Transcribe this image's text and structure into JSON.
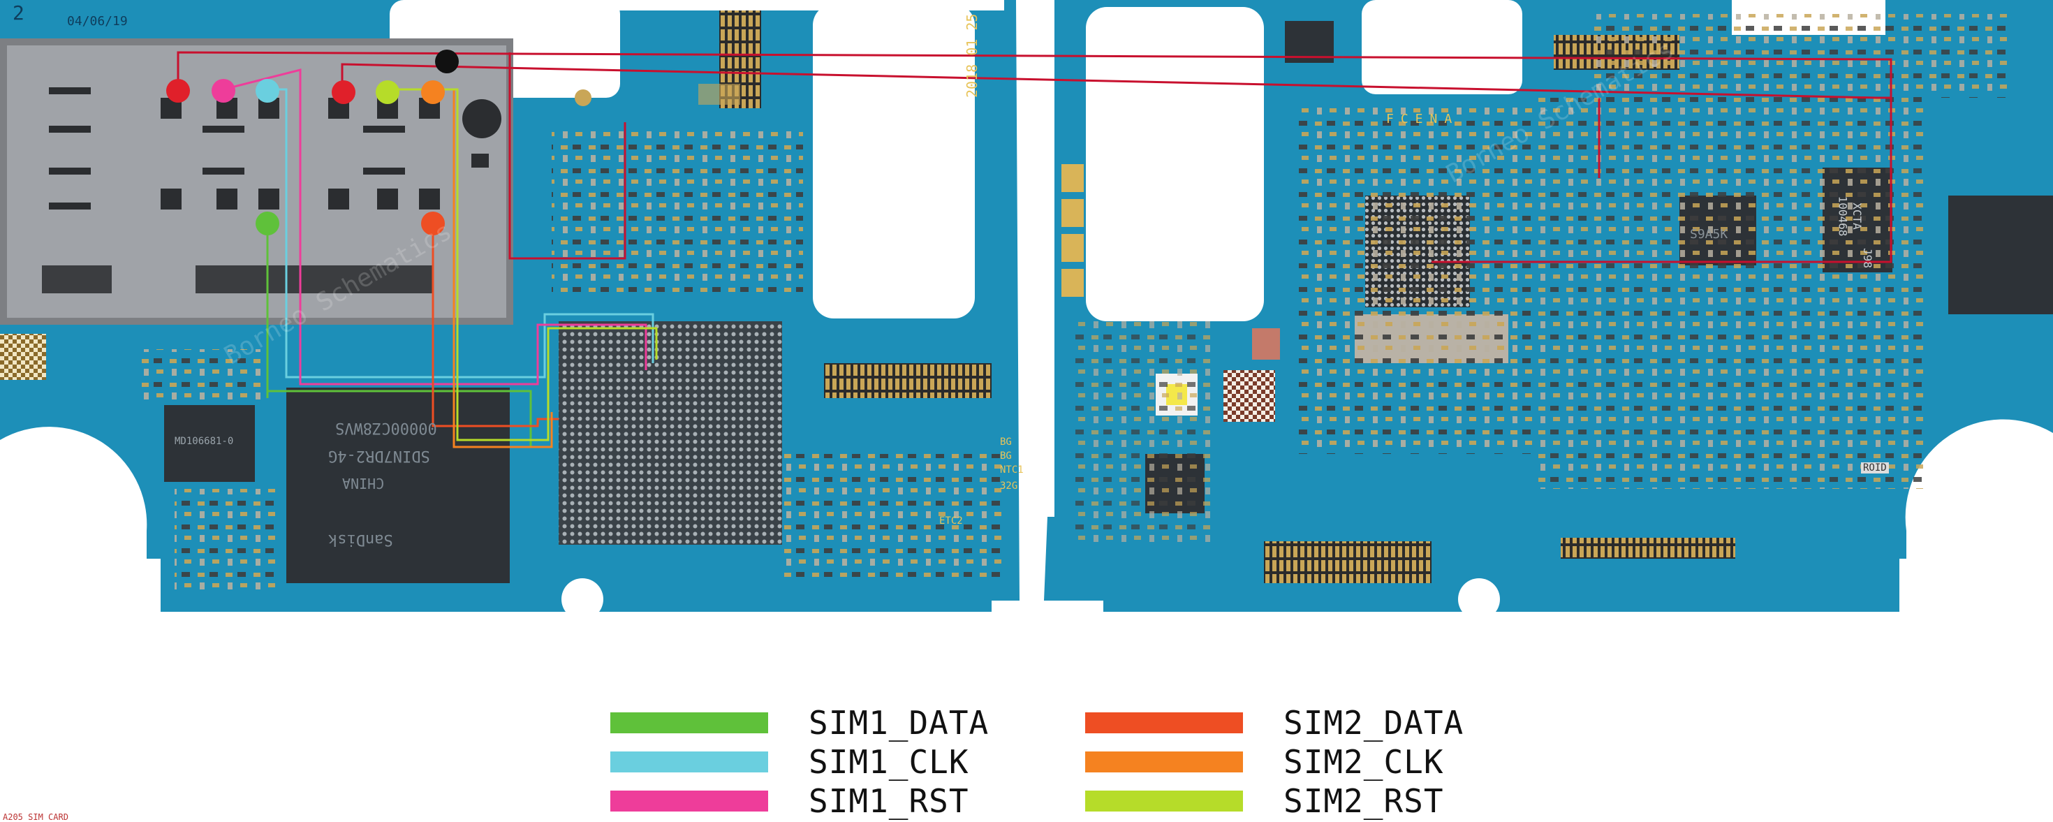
{
  "board": {
    "page_number": "2",
    "date_code": "04/06/19",
    "vertical_date": "2018 01 25",
    "watermark": "Borneo Schematics",
    "chip_labels": {
      "emmc": "SDIN7DR2-4G",
      "emmc_origin": "CHINA",
      "emmc_brand": "SanDisk",
      "mid_chip": "00000CZ8WVS",
      "left_ic": "MD106681-0",
      "right_pmic_1": "XCTA",
      "right_pmic_2": "100468",
      "right_pmic_3": "J98",
      "mid_ic": "S9A5K",
      "right_small": "ROID",
      "label_a": "FCENA",
      "test_points": [
        "BG",
        "BG",
        "NTC1",
        "32G",
        "ETC2"
      ]
    },
    "colors": {
      "pcb": "#1d8fb8",
      "pcb_dark": "#0f6b91",
      "trace_red": "#c8102e"
    }
  },
  "legend": {
    "items": [
      {
        "label": "SIM1_DATA",
        "color": "#5fc13a"
      },
      {
        "label": "SIM1_CLK",
        "color": "#6acfdf"
      },
      {
        "label": "SIM1_RST",
        "color": "#ee3d9a"
      },
      {
        "label": "SIM2_DATA",
        "color": "#ee4e23"
      },
      {
        "label": "SIM2_CLK",
        "color": "#f58220"
      },
      {
        "label": "SIM2_RST",
        "color": "#b6dc29"
      }
    ]
  },
  "caption": "A205 SIM CARD"
}
